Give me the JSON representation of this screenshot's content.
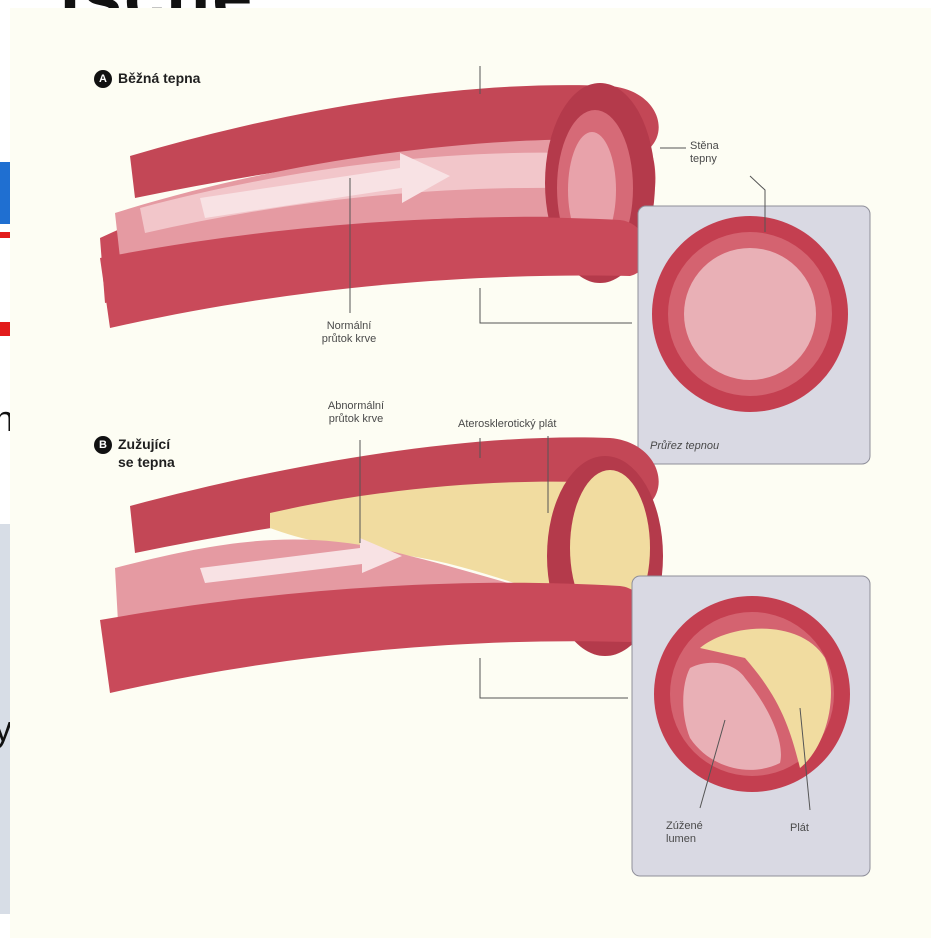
{
  "background": {
    "partial_title": "Ische",
    "edge_glyphs": [
      "n",
      "y"
    ]
  },
  "figure": {
    "section_a": {
      "badge": "A",
      "title": "Běžná tepna"
    },
    "section_b": {
      "badge": "B",
      "title_line1": "Zužující",
      "title_line2": "se tepna"
    },
    "labels": {
      "artery_wall": [
        "Stěna",
        "tepny"
      ],
      "normal_flow": [
        "Normální",
        "průtok krve"
      ],
      "abnormal_flow": [
        "Abnormální",
        "průtok krve"
      ],
      "plaque_atherosclerotic": "Aterosklerotický plát",
      "cross_section": "Průřez tepnou",
      "narrowed_lumen": [
        "Zúžené",
        "lumen"
      ],
      "plaque": "Plát"
    }
  },
  "colors": {
    "artery_outer": "#c94a5a",
    "artery_inner": "#e59aa2",
    "plaque": "#f1dca0",
    "panel": "#d9d9e3",
    "figure_bg": "#fdfdf3"
  }
}
